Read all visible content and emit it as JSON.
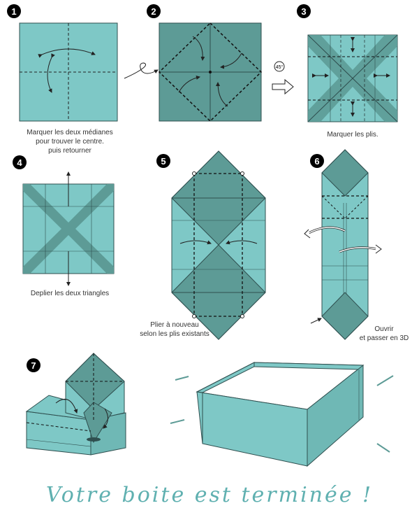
{
  "steps": [
    {
      "num": "1",
      "caption": [
        "Marquer les deux médianes",
        "pour trouver le centre.",
        "puis retourner"
      ]
    },
    {
      "num": "2",
      "caption": []
    },
    {
      "num": "3",
      "caption": [
        "Marquer les plis."
      ]
    },
    {
      "num": "4",
      "caption": [
        "Deplier les deux triangles"
      ]
    },
    {
      "num": "5",
      "caption": [
        "Plier à nouveau",
        "selon les plis existants"
      ]
    },
    {
      "num": "6",
      "caption": [
        "Ouvrir",
        "et passer en 3D"
      ]
    },
    {
      "num": "7",
      "caption": []
    }
  ],
  "rotate_label": "45°",
  "finale": "Votre boite est terminée !",
  "colors": {
    "light": "#7ec8c6",
    "dark": "#5d9b96",
    "line": "#2f4f4f",
    "script": "#5fb0b0"
  }
}
